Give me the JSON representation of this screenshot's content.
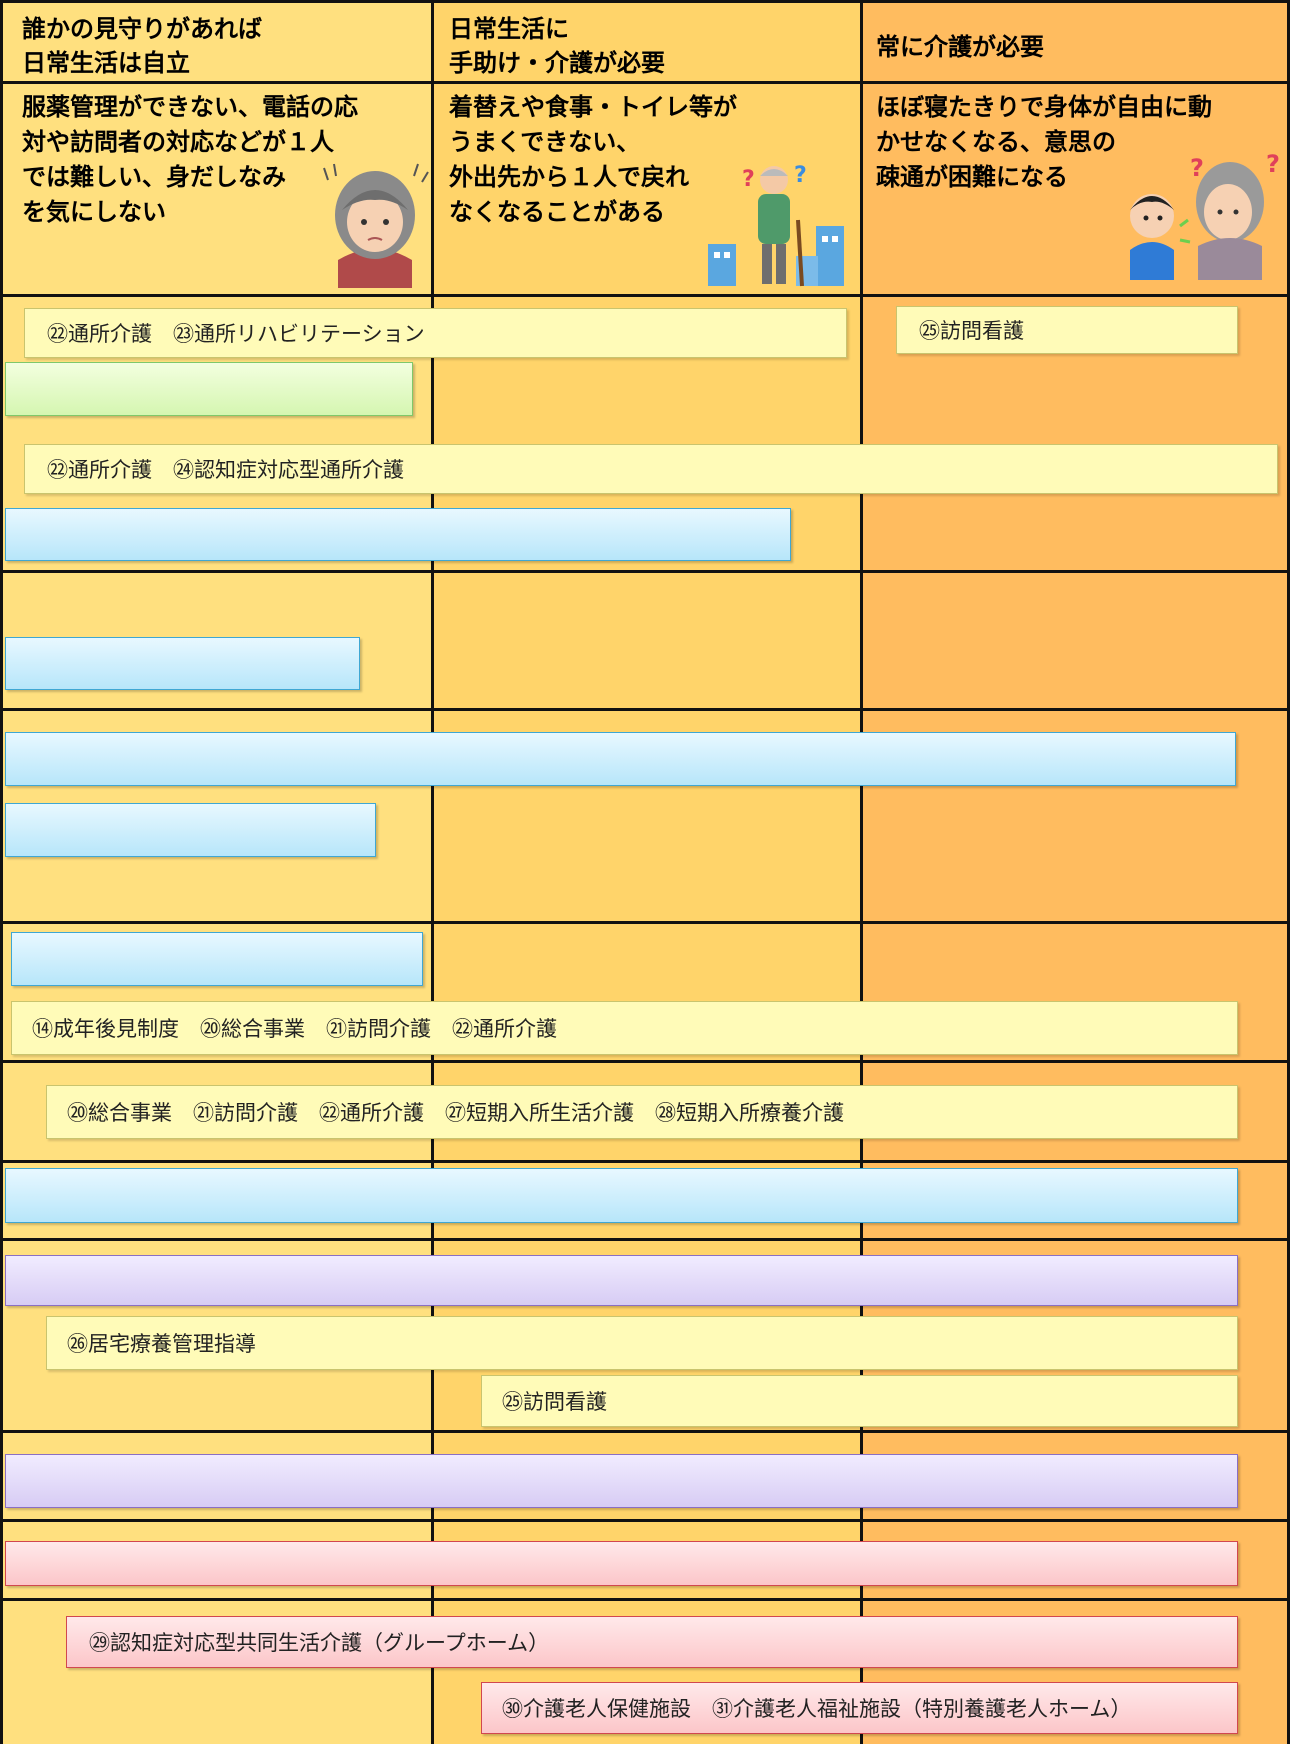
{
  "header": {
    "col1_title": [
      "誰かの見守りがあれば",
      "日常生活は自立"
    ],
    "col2_title": [
      "日常生活に",
      "手助け・介護が必要"
    ],
    "col3_title": [
      "常に介護が必要"
    ]
  },
  "descriptions": {
    "col1": [
      "服薬管理ができない、電話の応",
      "対や訪問者の対応などが１人",
      "では難しい、身だしなみ",
      "を気にしない"
    ],
    "col2": [
      "着替えや食事・トイレ等が",
      "うまくできない、",
      "外出先から１人で戻れ",
      "なくなることがある"
    ],
    "col3": [
      "ほぼ寝たきりで身体が自由に動",
      "かせなくなる、意思の",
      "疎通が困難になる"
    ]
  },
  "services": {
    "bar1": "㉒通所介護　㉓通所リハビリテーション",
    "bar2": "㉕訪問看護",
    "bar3": "㉒通所介護　㉔認知症対応型通所介護",
    "bar4": "⑭成年後見制度　⑳総合事業　㉑訪問介護　㉒通所介護",
    "bar5": "⑳総合事業　㉑訪問介護　㉒通所介護　㉗短期入所生活介護　㉘短期入所療養介護",
    "bar6": "㉖居宅療養管理指導",
    "bar7": "㉕訪問看護",
    "bar8": "㉙認知症対応型共同生活介護（グループホーム）",
    "bar9": "㉚介護老人保健施設　㉛介護老人福祉施設（特別養護老人ホーム）"
  },
  "illustrations": {
    "col1": "confused-elderly-woman-icon",
    "col2": "lost-elderly-man-icon",
    "col3": "confused-conversation-icon"
  },
  "colors": {
    "col1": "#ffe07f",
    "col2": "#ffd46a",
    "col3": "#ffbc5f",
    "yellow_bar": "#fffbb8",
    "green_bar": "#d5f6b1",
    "blue_bar": "#b7e6fa",
    "purple_bar": "#d7ccf4",
    "pink_bar": "#fcc6c9"
  }
}
